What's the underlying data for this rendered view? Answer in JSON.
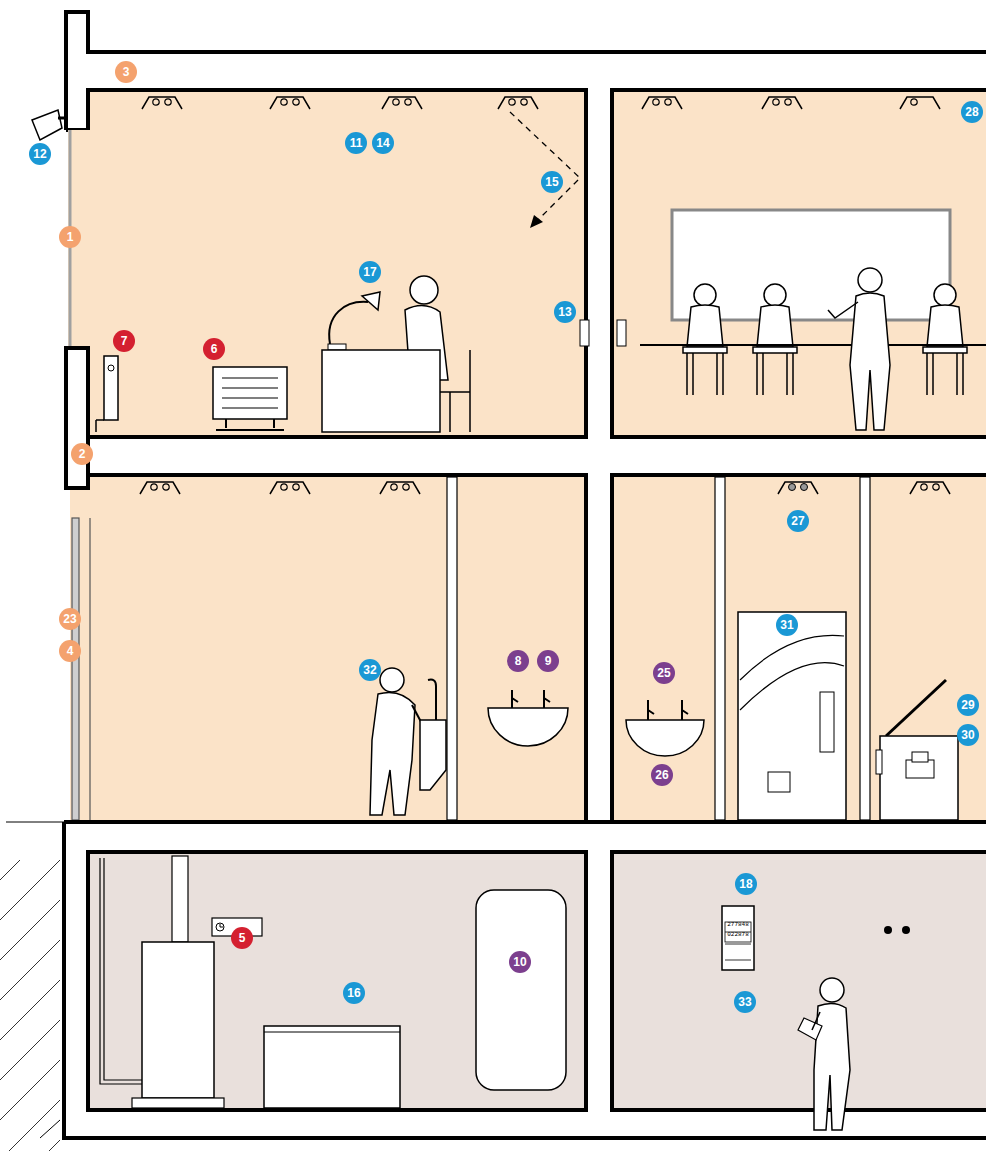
{
  "diagram": {
    "labels": [
      "3",
      "12",
      "11",
      "14",
      "15",
      "28",
      "1",
      "17",
      "13",
      "7",
      "6",
      "2",
      "27",
      "23",
      "4",
      "32",
      "8",
      "9",
      "25",
      "31",
      "29",
      "30",
      "26",
      "18",
      "277848",
      "022878",
      "5",
      "10",
      "16",
      "33"
    ]
  }
}
